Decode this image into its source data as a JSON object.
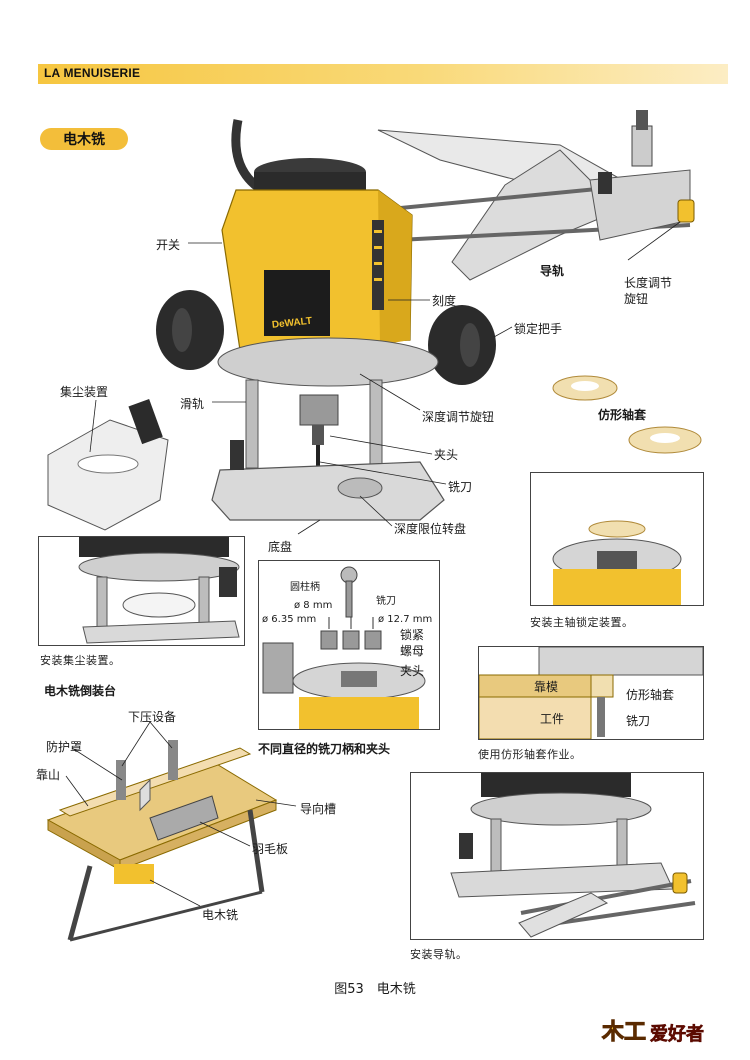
{
  "header": {
    "title": "LA MENUISERIE"
  },
  "section": {
    "title": "电木铣"
  },
  "main_labels": {
    "switch": "开关",
    "scale": "刻度",
    "lock_handle": "锁定把手",
    "guide_rail": "导轨",
    "length_knob_1": "长度调节",
    "length_knob_2": "旋钮",
    "dust_collector": "集尘装置",
    "slide_rail": "滑轨",
    "depth_knob": "深度调节旋钮",
    "template_bushing": "仿形轴套",
    "collet": "夹头",
    "bit": "铣刀",
    "depth_turret": "深度限位转盘",
    "base": "底盘"
  },
  "shank_panel": {
    "cylinder_shank": "圆柱柄",
    "bit": "铣刀",
    "size_8": "ø 8 mm",
    "size_635": "ø 6.35 mm",
    "size_127": "ø 12.7 mm",
    "lock_nut_1": "锁紧",
    "lock_nut_2": "螺母",
    "collet": "夹头",
    "caption": "不同直径的铣刀柄和夹头"
  },
  "captions": {
    "dust_install": "安装集尘装置。",
    "spindle_lock": "安装主轴锁定装置。",
    "template_use": "使用仿形轴套作业。",
    "rail_install": "安装导轨。"
  },
  "template_panel": {
    "template": "靠模",
    "workpiece": "工件",
    "bushing": "仿形轴套",
    "bit": "铣刀"
  },
  "table": {
    "title": "电木铣倒装台",
    "guard": "防护罩",
    "hold_down": "下压设备",
    "fence": "靠山",
    "slot": "导向槽",
    "featherboard": "羽毛板",
    "router": "电木铣"
  },
  "figure": {
    "caption": "图53　电木铣"
  },
  "logo": {
    "part1": "木工",
    "part2": "爱好者"
  },
  "colors": {
    "accent": "#f3be3a",
    "router_yellow": "#f2c12e",
    "header": "#f6c640"
  },
  "brand": {
    "text": "DeWALT"
  }
}
